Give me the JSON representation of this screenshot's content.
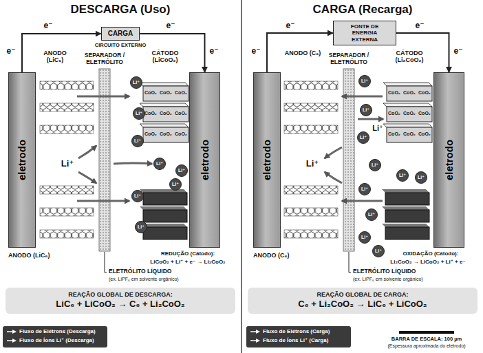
{
  "diagram": {
    "nodes": [
      {
        "text": [
          "CARGA"
        ]
      },
      {
        "text": [
          "eletrodo"
        ]
      },
      {
        "text": [
          "eletrodo"
        ]
      },
      {
        "text": [
          "Li⁺"
        ]
      },
      {
        "text": [
          "Li⁺"
        ]
      },
      {
        "text": [
          "Li⁺"
        ]
      },
      {
        "text": [
          "Li⁺"
        ]
      },
      {
        "text": [
          "Li⁺"
        ]
      },
      {
        "text": [
          "Li⁺"
        ]
      },
      {
        "text": [
          "Li⁺"
        ]
      },
      {
        "text": [
          "Li⁺"
        ]
      },
      {
        "text": [
          "REAÇÃO GLOBAL DE DESCARGA:",
          "LiC₆ + LiCoO₂ → C₆ + Li₂CoO₂"
        ]
      },
      {
        "text": [
          "FONTE DE ENERGIA EXTERNA"
        ]
      },
      {
        "text": [
          "eletrodo"
        ]
      },
      {
        "text": [
          "eletrodo"
        ]
      },
      {
        "text": [
          "Li⁺"
        ]
      },
      {
        "text": [
          "Li⁺"
        ]
      },
      {
        "text": [
          "Li⁺"
        ]
      },
      {
        "text": [
          "Li⁺"
        ]
      },
      {
        "text": [
          "Li⁺"
        ]
      },
      {
        "text": [
          "Li⁺"
        ]
      },
      {
        "text": [
          "Li⁺"
        ]
      },
      {
        "text": [
          "Li⁺"
        ]
      },
      {
        "text": [
          "Li⁺"
        ]
      },
      {
        "text": [
          "Li⁺"
        ]
      },
      {
        "text": [
          "REAÇÃO GLOBAL DE CARGA:",
          "C₆ + Li₂CoO₂ → LiC₆ + LiCoO₂"
        ]
      }
    ],
    "edges": [
      {
        "from": 1,
        "to": 0,
        "arrow": "to"
      },
      {
        "from": 0,
        "to": 2,
        "arrow": "to"
      },
      {
        "from": 13,
        "to": 12,
        "arrow": "to"
      },
      {
        "from": 12,
        "to": 14,
        "arrow": "to"
      }
    ],
    "labels": [
      "DESCARGA (Uso)",
      "e⁻",
      "e⁻",
      "e⁻",
      "e⁻",
      "CIRCUITO EXTERNO",
      "ANODO (LiC₆)",
      "SEPARADOR / ELETRÓLITO",
      "CÁTODO (LiCoO₂)",
      "Li⁺",
      "ANODO (LiC₆)",
      "REDUÇÃO (Cátodo):",
      "LiCoO₂ + Li⁺ + e⁻ → Li₂CoO₂",
      "ELETRÓLITO LÍQUIDO",
      "(ex. LiPF₆ em solvente orgânico)",
      "CoO₂",
      "CoO₂",
      "CoO₂",
      "CoO₂",
      "CoO₂",
      "CoO₂",
      "CoO₂",
      "CoO₂",
      "CoO₂",
      "CARGA (Recarga)",
      "e⁻",
      "e⁻",
      "e⁻",
      "e⁻",
      "ANODO (C₆)",
      "SEPARADOR / ELETRÓLITO",
      "CÁTODO (Li₂CoO₂)",
      "Li⁺",
      "Li⁺",
      "ANODO (C₆)",
      "OXIDAÇÃO (Cátodo):",
      "Li₂CoO₂ → LiCoO₂ + Li⁺ + e⁻",
      "ELETRÓLITO LÍQUIDO",
      "(ex. LiPF₆ em solvente orgânico)",
      "CoO₂",
      "CoO₂",
      "CoO₂",
      "CoO₂",
      "CoO₂",
      "CoO₂",
      "CoO₂",
      "CoO₂",
      "CoO₂",
      "BARRA DE ESCALA: 100 µm",
      "(Espessura aproximada do eletrodo)"
    ],
    "legend": [
      {
        "text": "Fluxo de Elétrons (Descarga)"
      },
      {
        "text": "Fluxo de Íons Li⁺ (Descarga)"
      },
      {
        "text": "Fluxo de Elétrons (Carga)"
      },
      {
        "text": "Fluxo de Íons Li⁺ (Carga)"
      }
    ]
  }
}
